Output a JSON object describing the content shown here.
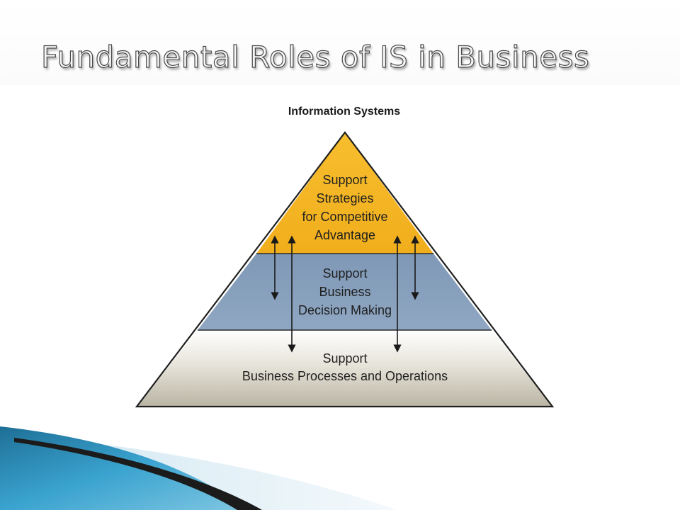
{
  "slide": {
    "title": "Fundamental Roles of IS in Business"
  },
  "diagram": {
    "heading": "Information Systems",
    "tiers": [
      {
        "lines": [
          "Support",
          "Strategies",
          "for Competitive",
          "Advantage"
        ],
        "color": "#F5B524"
      },
      {
        "lines": [
          "Support",
          "Business",
          "Decision Making"
        ],
        "color": "#8EA5C0"
      },
      {
        "lines": [
          "Support",
          "Business Processes and Operations"
        ],
        "color": "#D6D2C4"
      }
    ]
  },
  "theme": {
    "swoosh_blue": "#2C8FB8",
    "swoosh_dark": "#1B1B1B"
  }
}
